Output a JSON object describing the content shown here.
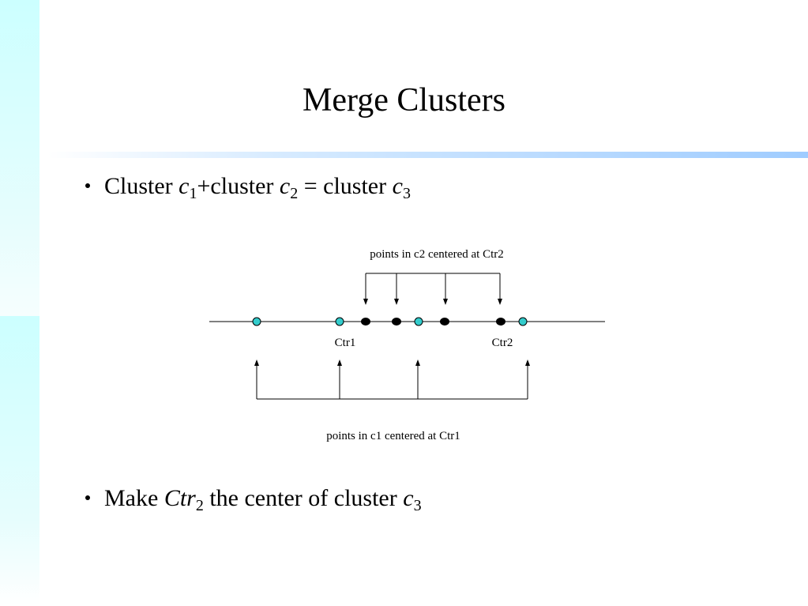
{
  "title": "Merge Clusters",
  "bullets": [
    {
      "text1": "Cluster ",
      "var1": "c",
      "sub1": "1",
      "text2": "+cluster ",
      "var2": "c",
      "sub2": "2",
      "text3": " = cluster ",
      "var3": "c",
      "sub3": "3"
    },
    {
      "text1": "Make ",
      "var1": "Ctr",
      "sub1": "2",
      "text2": " the center of cluster ",
      "var2": "c",
      "sub2": "3"
    }
  ],
  "diagram": {
    "top_label": "points in c2 centered at Ctr2",
    "bottom_label": "points in c1 centered at Ctr1",
    "ctr1_label": "Ctr1",
    "ctr2_label": "Ctr2",
    "colors": {
      "c1_point": "#33cccc",
      "c2_point": "#000000",
      "line": "#000000"
    }
  }
}
